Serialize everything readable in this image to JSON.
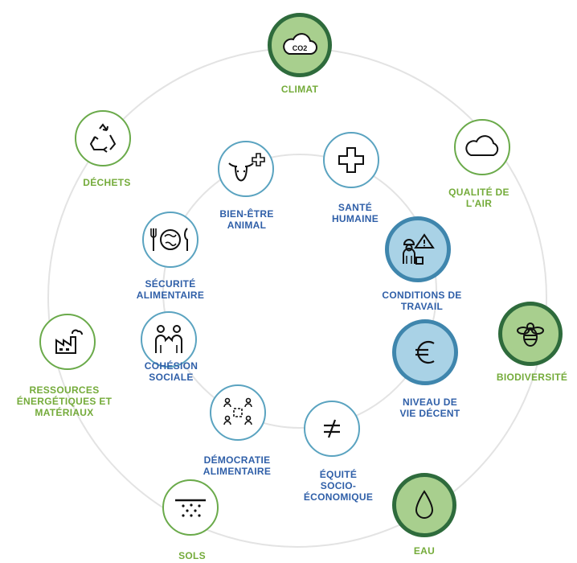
{
  "colors": {
    "environment_label": "#74ab3a",
    "social_label": "#2f5fa8",
    "ring": "#dedede",
    "environment_border": "#6aaa4a",
    "environment_highlight": "#2e6b3c",
    "social_border": "#5aa3c0",
    "social_highlight": "#3f86ad"
  },
  "outer_ring": [
    {
      "id": "climat",
      "label": "CLIMAT",
      "icon": "co2-cloud-icon",
      "co2_text": "CO2",
      "highlight": true
    },
    {
      "id": "qualite-air",
      "label": "QUALITÉ DE\nL'AIR",
      "icon": "cloud-icon",
      "highlight": false
    },
    {
      "id": "biodiversite",
      "label": "BIODIVERSITÉ",
      "icon": "bee-icon",
      "highlight": true
    },
    {
      "id": "eau",
      "label": "EAU",
      "icon": "water-drop-icon",
      "highlight": true
    },
    {
      "id": "sols",
      "label": "SOLS",
      "icon": "soil-icon",
      "highlight": false
    },
    {
      "id": "ressources",
      "label": "RESSOURCES\nÉNERGÉTIQUES ET\nMATÉRIAUX",
      "icon": "factory-icon",
      "highlight": false
    },
    {
      "id": "dechets",
      "label": "DÉCHETS",
      "icon": "recycle-icon",
      "highlight": false
    }
  ],
  "inner_ring": [
    {
      "id": "sante",
      "label": "SANTÉ\nHUMAINE",
      "icon": "medical-cross-icon",
      "highlight": false
    },
    {
      "id": "conditions",
      "label": "CONDITIONS DE\nTRAVAIL",
      "icon": "worker-warning-icon",
      "highlight": true
    },
    {
      "id": "niveau-vie",
      "label": "NIVEAU DE\nVIE DÉCENT",
      "icon": "euro-icon",
      "highlight": true
    },
    {
      "id": "equite",
      "label": "ÉQUITÉ\nSOCIO-\nÉCONOMIQUE",
      "icon": "not-equal-icon",
      "highlight": false
    },
    {
      "id": "democratie",
      "label": "DÉMOCRATIE\nALIMENTAIRE",
      "icon": "people-network-icon",
      "highlight": false
    },
    {
      "id": "cohesion",
      "label": "COHÉSION\nSOCIALE",
      "icon": "people-together-icon",
      "highlight": false
    },
    {
      "id": "securite",
      "label": "SÉCURITÉ\nALIMENTAIRE",
      "icon": "plate-cutlery-icon",
      "highlight": false
    },
    {
      "id": "bien-etre",
      "label": "BIEN-ÊTRE\nANIMAL",
      "icon": "cow-plus-icon",
      "highlight": false
    }
  ]
}
